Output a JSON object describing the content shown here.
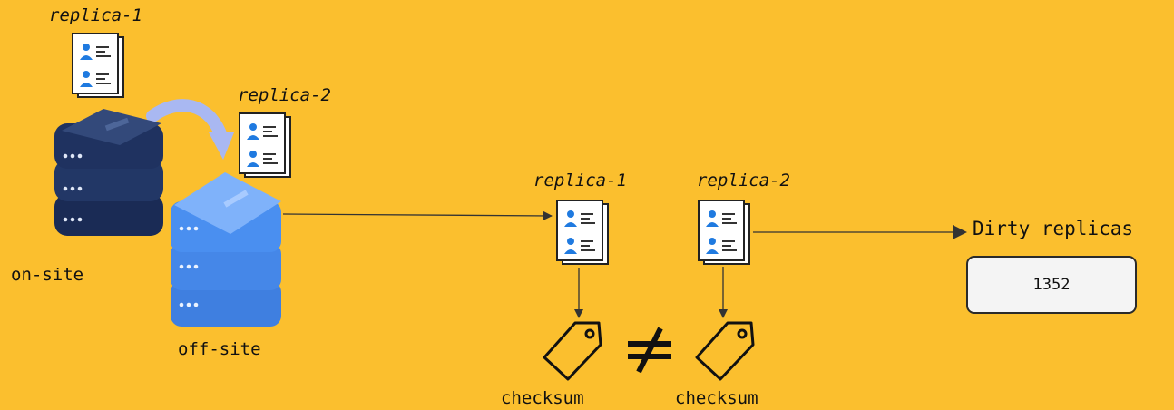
{
  "colors": {
    "background": "#fbbf2e",
    "onsite_server": "#1f3260",
    "offsite_server": "#4a8ff0",
    "person_icon": "#1f7ae0",
    "transfer_arrow": "#a9b8f2",
    "line": "#333333"
  },
  "onsite": {
    "replica_label": "replica-1",
    "server_label": "on-site",
    "server_icon": "server-stack-icon",
    "document_icon": "replica-document-icon"
  },
  "offsite": {
    "replica_label": "replica-2",
    "server_label": "off-site",
    "server_icon": "server-stack-icon",
    "document_icon": "replica-document-icon"
  },
  "comparison": {
    "left": {
      "replica_label": "replica-1",
      "checksum_label": "checksum",
      "tag_icon": "checksum-tag-icon"
    },
    "right": {
      "replica_label": "replica-2",
      "checksum_label": "checksum",
      "tag_icon": "checksum-tag-icon"
    },
    "relation_symbol": "not-equal-icon"
  },
  "result": {
    "title": "Dirty replicas",
    "count": "1352"
  }
}
